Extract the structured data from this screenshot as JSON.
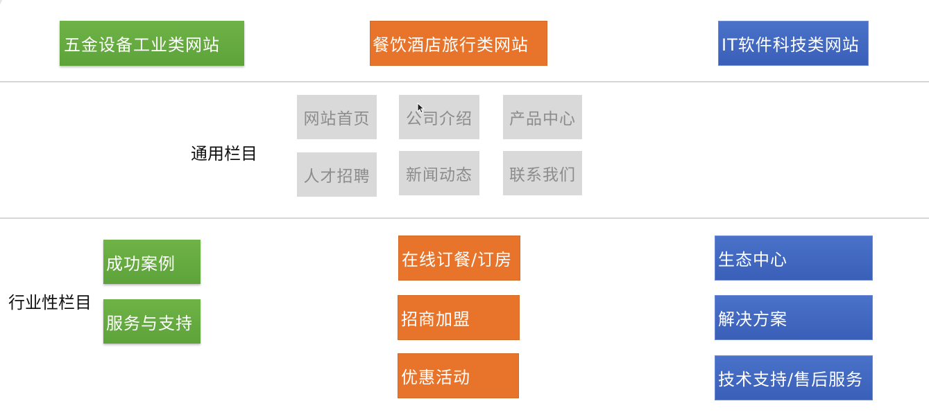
{
  "categories": [
    {
      "label": "五金设备工业类网站",
      "color": "#5da33a"
    },
    {
      "label": "餐饮酒店旅行类网站",
      "color": "#e8742b"
    },
    {
      "label": "IT软件科技类网站",
      "color": "#3a5fb8"
    }
  ],
  "general": {
    "title": "通用栏目",
    "items": [
      "网站首页",
      "公司介绍",
      "产品中心",
      "人才招聘",
      "新闻动态",
      "联系我们"
    ]
  },
  "industry": {
    "title": "行业性栏目",
    "hardware": [
      "成功案例",
      "服务与支持"
    ],
    "restaurant": [
      "在线订餐/订房",
      "招商加盟",
      "优惠活动"
    ],
    "it": [
      "生态中心",
      "解决方案",
      "技术支持/售后服务"
    ]
  }
}
